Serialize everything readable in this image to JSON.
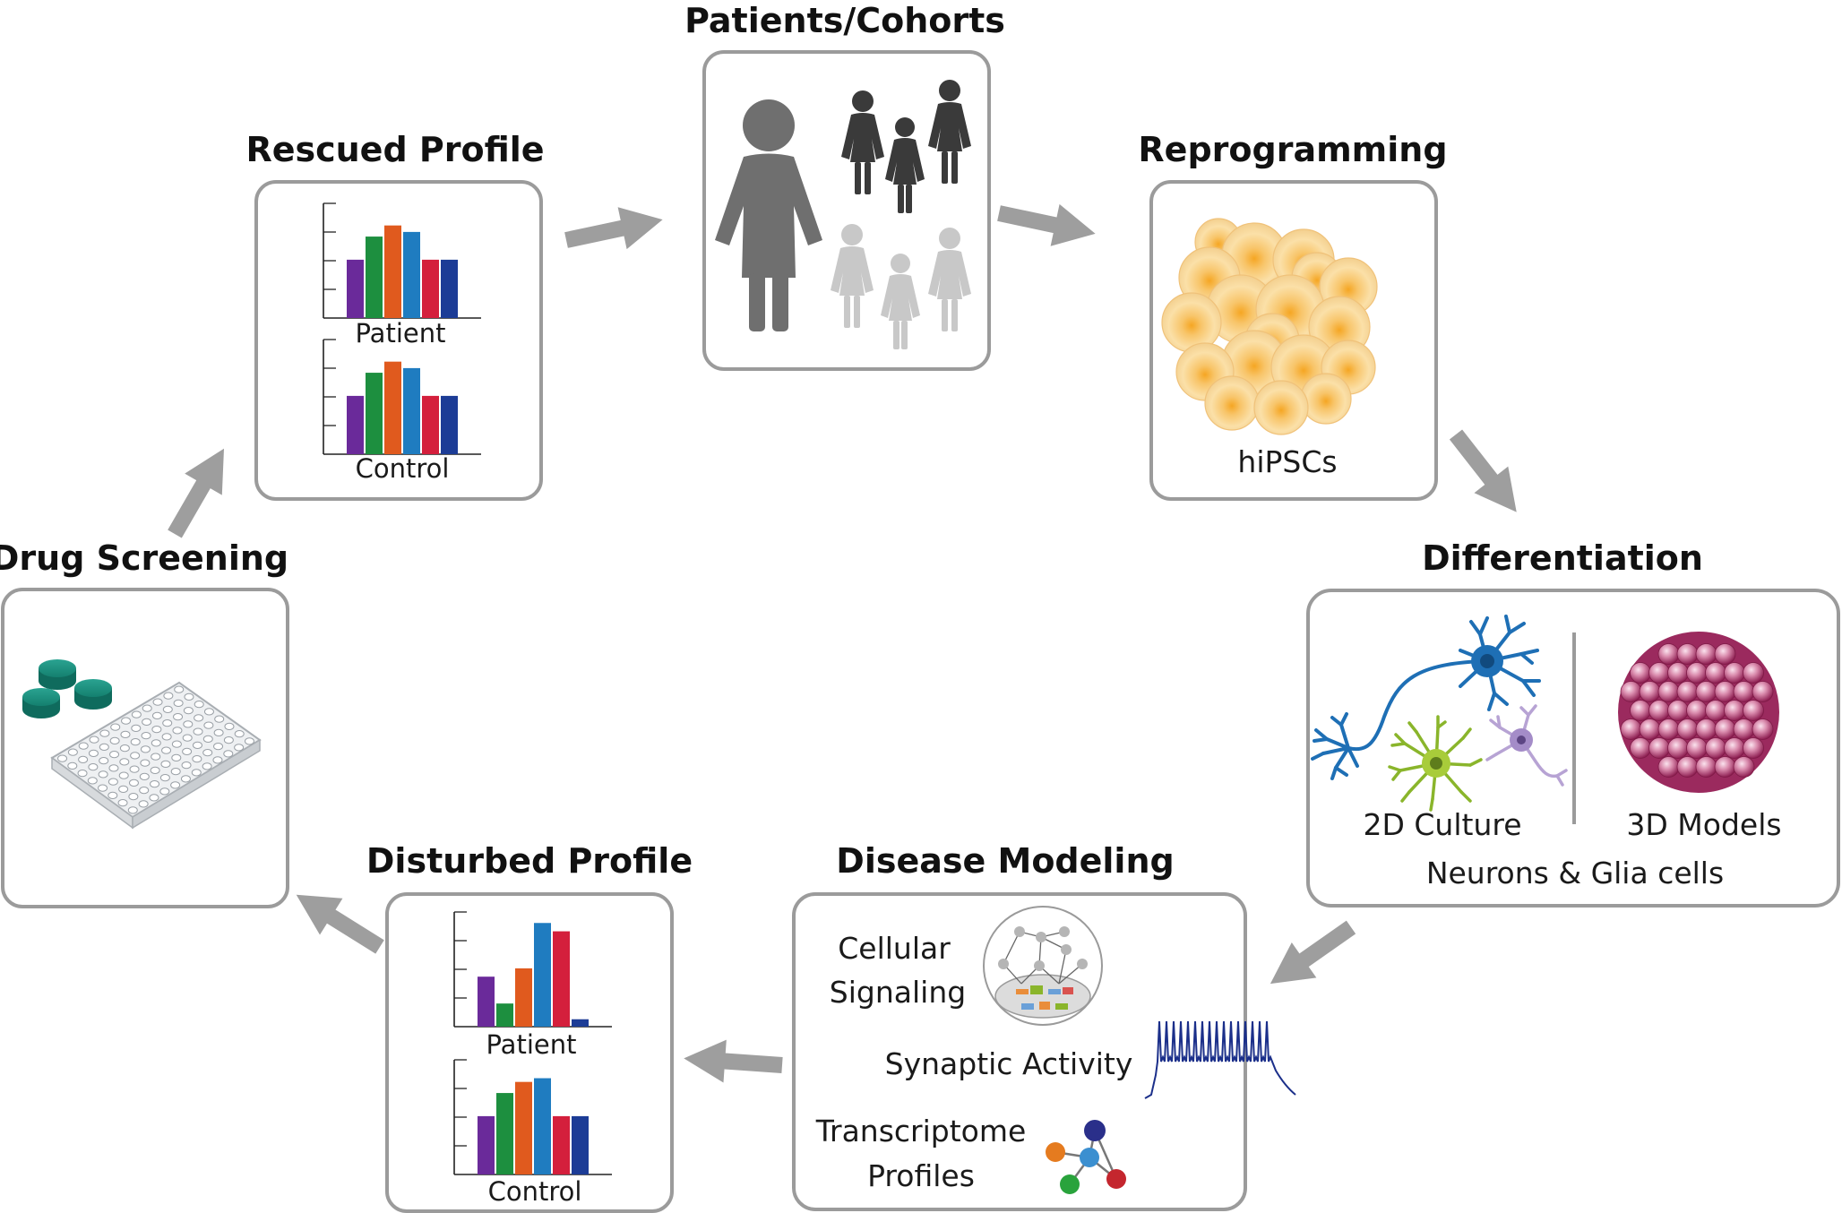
{
  "stages": {
    "patients": {
      "title": "Patients/Cohorts"
    },
    "reprogramming": {
      "title": "Reprogramming",
      "caption": "hiPSCs"
    },
    "differentiation": {
      "title": "Differentiation",
      "left_caption": "2D Culture",
      "right_caption": "3D Models",
      "bottom_caption": "Neurons & Glia cells"
    },
    "disease_modeling": {
      "title": "Disease Modeling",
      "items": [
        "Cellular",
        "Signaling",
        "Synaptic Activity",
        "Transcriptome",
        "Profiles"
      ]
    },
    "disturbed_profile": {
      "title": "Disturbed Profile",
      "charts": [
        {
          "label": "Patient",
          "values": [
            5.4,
            2.5,
            6.3,
            11.2,
            10.3,
            0.8
          ]
        },
        {
          "label": "Control",
          "values": [
            6.3,
            8.8,
            10.0,
            10.4,
            6.3,
            6.3
          ]
        }
      ]
    },
    "drug_screening": {
      "title": "Drug Screening"
    },
    "rescued_profile": {
      "title": "Rescued Profile",
      "charts": [
        {
          "label": "Patient",
          "values": [
            6.3,
            8.8,
            10.0,
            9.3,
            6.3,
            6.3
          ]
        },
        {
          "label": "Control",
          "values": [
            6.3,
            8.8,
            10.0,
            9.3,
            6.3,
            6.3
          ]
        }
      ]
    }
  },
  "bar_colors": [
    "#6a2a9a",
    "#1d8f3f",
    "#e05a1e",
    "#1f7cc0",
    "#d41f3c",
    "#1c3c96"
  ]
}
